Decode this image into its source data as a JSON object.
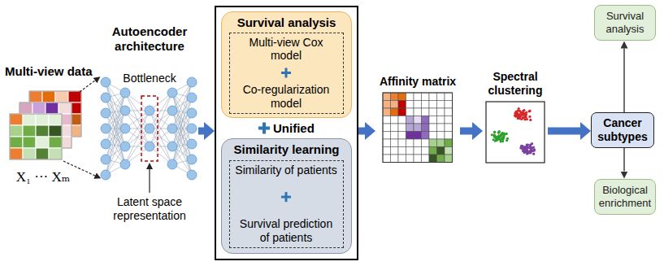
{
  "diagram": {
    "nodes": [
      {
        "text": [
          "Unified"
        ]
      },
      {
        "text": [
          "Survival analysis"
        ],
        "in": 0
      },
      {
        "text": [
          "Multi-view Cox model",
          "Co-regularization model"
        ],
        "in": 1
      },
      {
        "text": [
          "Similarity learning"
        ],
        "in": 0
      },
      {
        "text": [
          "Similarity of patients",
          "Survival prediction of patients"
        ],
        "in": 3
      },
      {
        "text": [
          "Affinity matrix"
        ]
      },
      {
        "text": [
          "Spectral clustering"
        ]
      },
      {
        "text": [
          "Cancer subtypes"
        ]
      },
      {
        "text": [
          "Survival analysis"
        ]
      },
      {
        "text": [
          "Biological enrichment"
        ]
      }
    ],
    "edges": [
      {
        "from": 0,
        "to": 5,
        "arrow": "to"
      },
      {
        "from": 5,
        "to": 6,
        "arrow": "to"
      },
      {
        "from": 6,
        "to": 7,
        "arrow": "to"
      },
      {
        "from": 7,
        "to": 8,
        "arrow": "to"
      },
      {
        "from": 7,
        "to": 9,
        "arrow": "to"
      }
    ],
    "labels": [
      "Multi-view data",
      "X₁ ··· Xₘ",
      "Autoencoder architecture",
      "Bottleneck",
      "Latent space representation"
    ]
  }
}
